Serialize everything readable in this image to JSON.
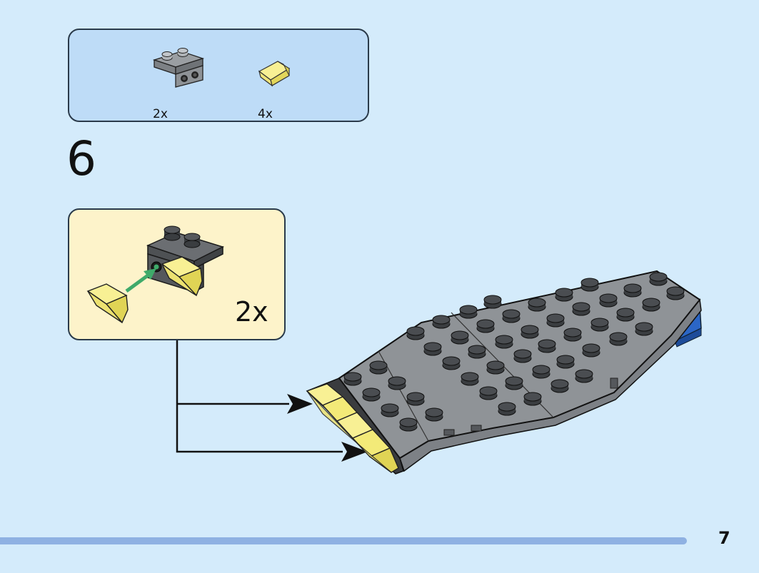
{
  "parts_list": {
    "items": [
      {
        "name": "bracket-1x2-2x2",
        "quantity": "2x"
      },
      {
        "name": "slope-transparent-yellow",
        "quantity": "4x"
      }
    ]
  },
  "step": {
    "number": "6",
    "sub_assembly_quantity": "2x"
  },
  "page": {
    "number": "7"
  },
  "colors": {
    "background": "#d4ebfb",
    "parts_panel": "#bedcf7",
    "sub_panel": "#fdf3ca",
    "dark_gray_brick": "#5a5d60",
    "light_gray_brick": "#8e9296",
    "trans_yellow": "#f4ec72",
    "blue_part": "#2b66c6",
    "arrow_green": "#3faa6a",
    "bottom_bar": "#8fb1e2"
  }
}
